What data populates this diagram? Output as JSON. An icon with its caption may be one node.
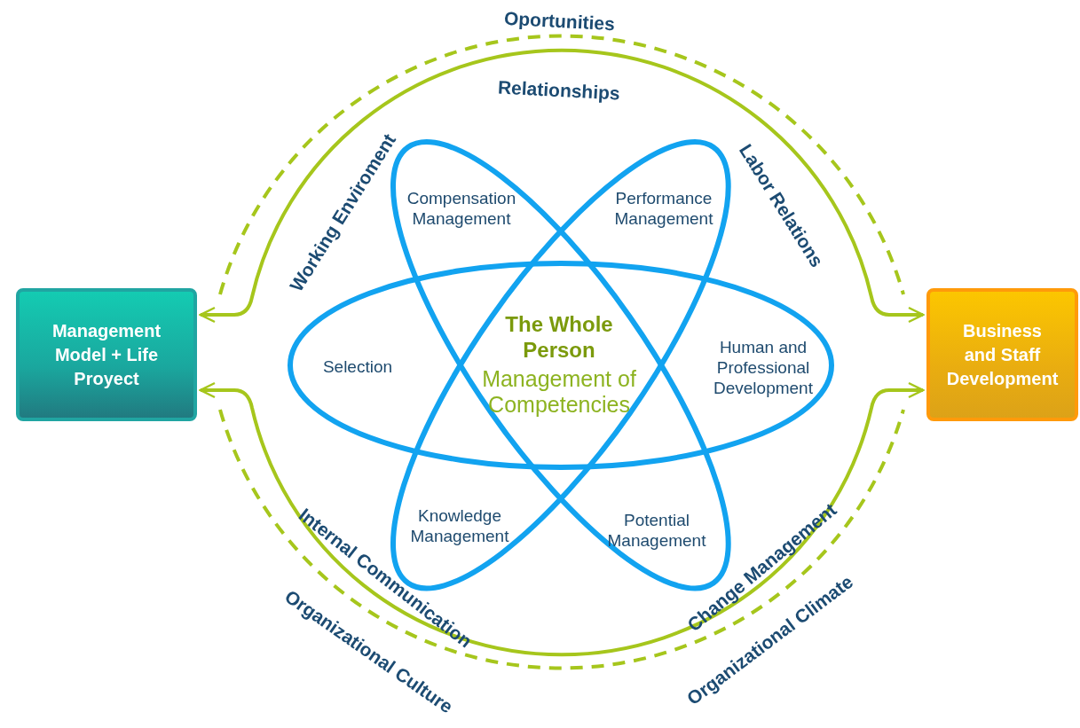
{
  "diagram": {
    "nodes": [
      {
        "text": [
          "Management Model + Life Proyect"
        ]
      },
      {
        "text": [
          "Selection",
          "Human and Professional Development"
        ]
      },
      {
        "text": [
          "Compensation Management",
          "Potential Management"
        ]
      },
      {
        "text": [
          "Performance Management",
          "Knowledge Management"
        ]
      },
      {
        "text": [
          "Business and Staff Development"
        ]
      }
    ],
    "edges": [
      {
        "from": 0,
        "to": 4,
        "arrow": "both"
      },
      {
        "from": 0,
        "to": 4,
        "arrow": "both"
      },
      {
        "from": 0,
        "to": 4,
        "arrow": "none",
        "style": "dashed"
      },
      {
        "from": 0,
        "to": 4,
        "arrow": "none",
        "style": "dashed"
      }
    ],
    "labels": [
      "Oportunities",
      "Relationships",
      "Working Enviroment",
      "Labor Relations",
      "The Whole Person",
      "Management of Competencies",
      "Internal Communication",
      "Change Management",
      "Organizational Culture",
      "Organizational Climate"
    ]
  }
}
